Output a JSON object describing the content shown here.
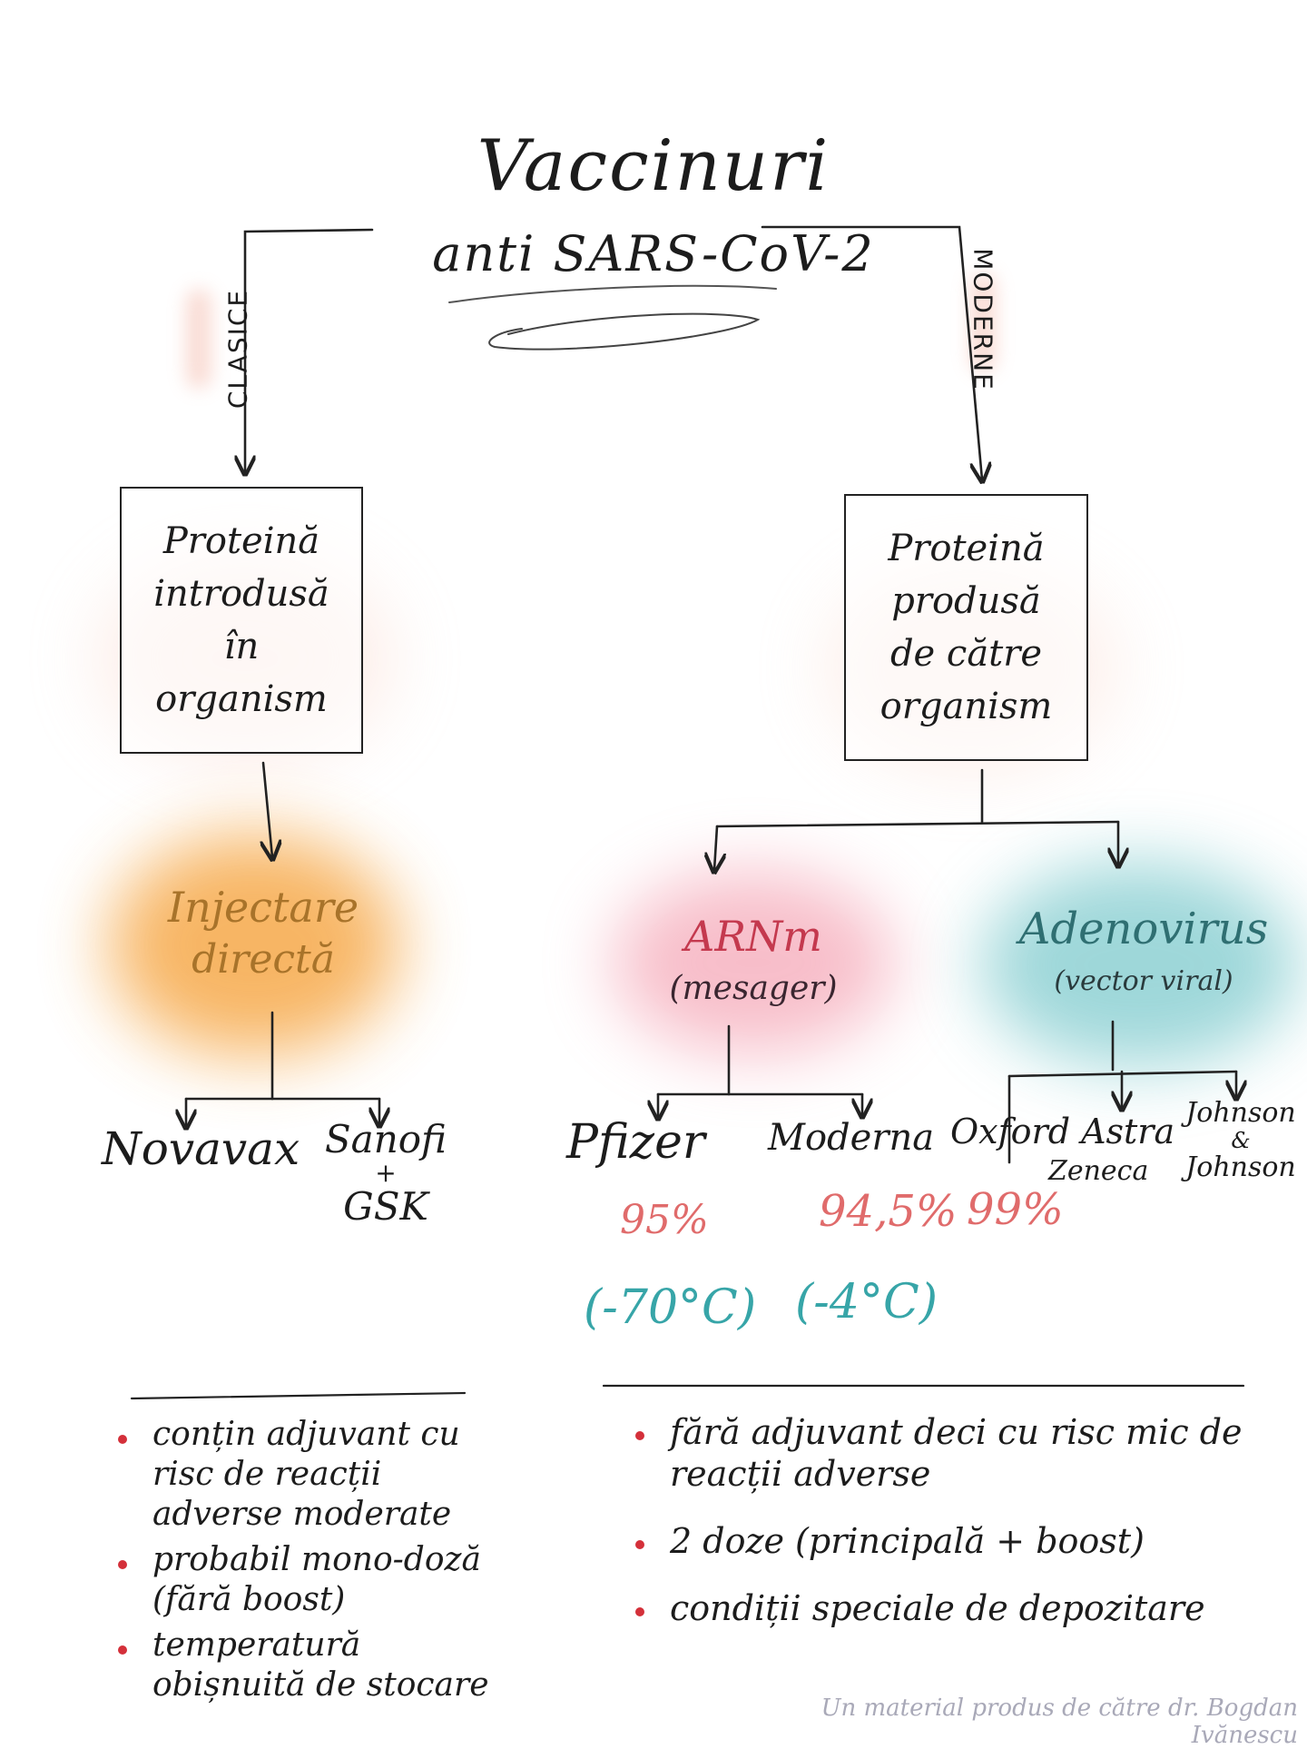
{
  "title": "Vaccinuri",
  "subtitle": "anti SARS-CoV-2",
  "branches": {
    "left": "CLASICE",
    "right": "MODERNE"
  },
  "boxes": {
    "left": [
      "Proteină",
      "introdusă",
      "în",
      "organism"
    ],
    "right": [
      "Proteină",
      "produsă",
      "de către",
      "organism"
    ]
  },
  "categories": {
    "injection": {
      "line1": "Injectare",
      "line2": "directă",
      "color": "#f6a94a"
    },
    "arnm": {
      "line1": "ARNm",
      "line2": "(mesager)",
      "color": "#f07e95"
    },
    "adenovirus": {
      "line1": "Adenovirus",
      "line2": "(vector viral)",
      "color": "#4fb7bb"
    }
  },
  "vaccines": {
    "novavax": "Novavax",
    "sanofi": [
      "Sanofi",
      "+",
      "GSK"
    ],
    "pfizer": "Pfizer",
    "moderna": "Moderna",
    "oxford": [
      "Oxford Astra",
      "Zeneca"
    ],
    "jj": [
      "Johnson",
      "&",
      "Johnson"
    ]
  },
  "efficacy": {
    "pfizer": "95%",
    "moderna": "94,5%",
    "oxford": "99%"
  },
  "storage": {
    "pfizer": "(-70°C)",
    "moderna": "(-4°C)"
  },
  "notes_left": [
    "conțin adjuvant cu risc de reacții adverse moderate",
    "probabil mono-doză (fără boost)",
    "temperatură obișnuită de stocare"
  ],
  "notes_right": [
    "fără adjuvant deci cu risc mic de reacții adverse",
    "2 doze (principală + boost)",
    "condiții speciale de depozitare"
  ],
  "credit": "Un material produs de către dr. Bogdan Ivănescu"
}
